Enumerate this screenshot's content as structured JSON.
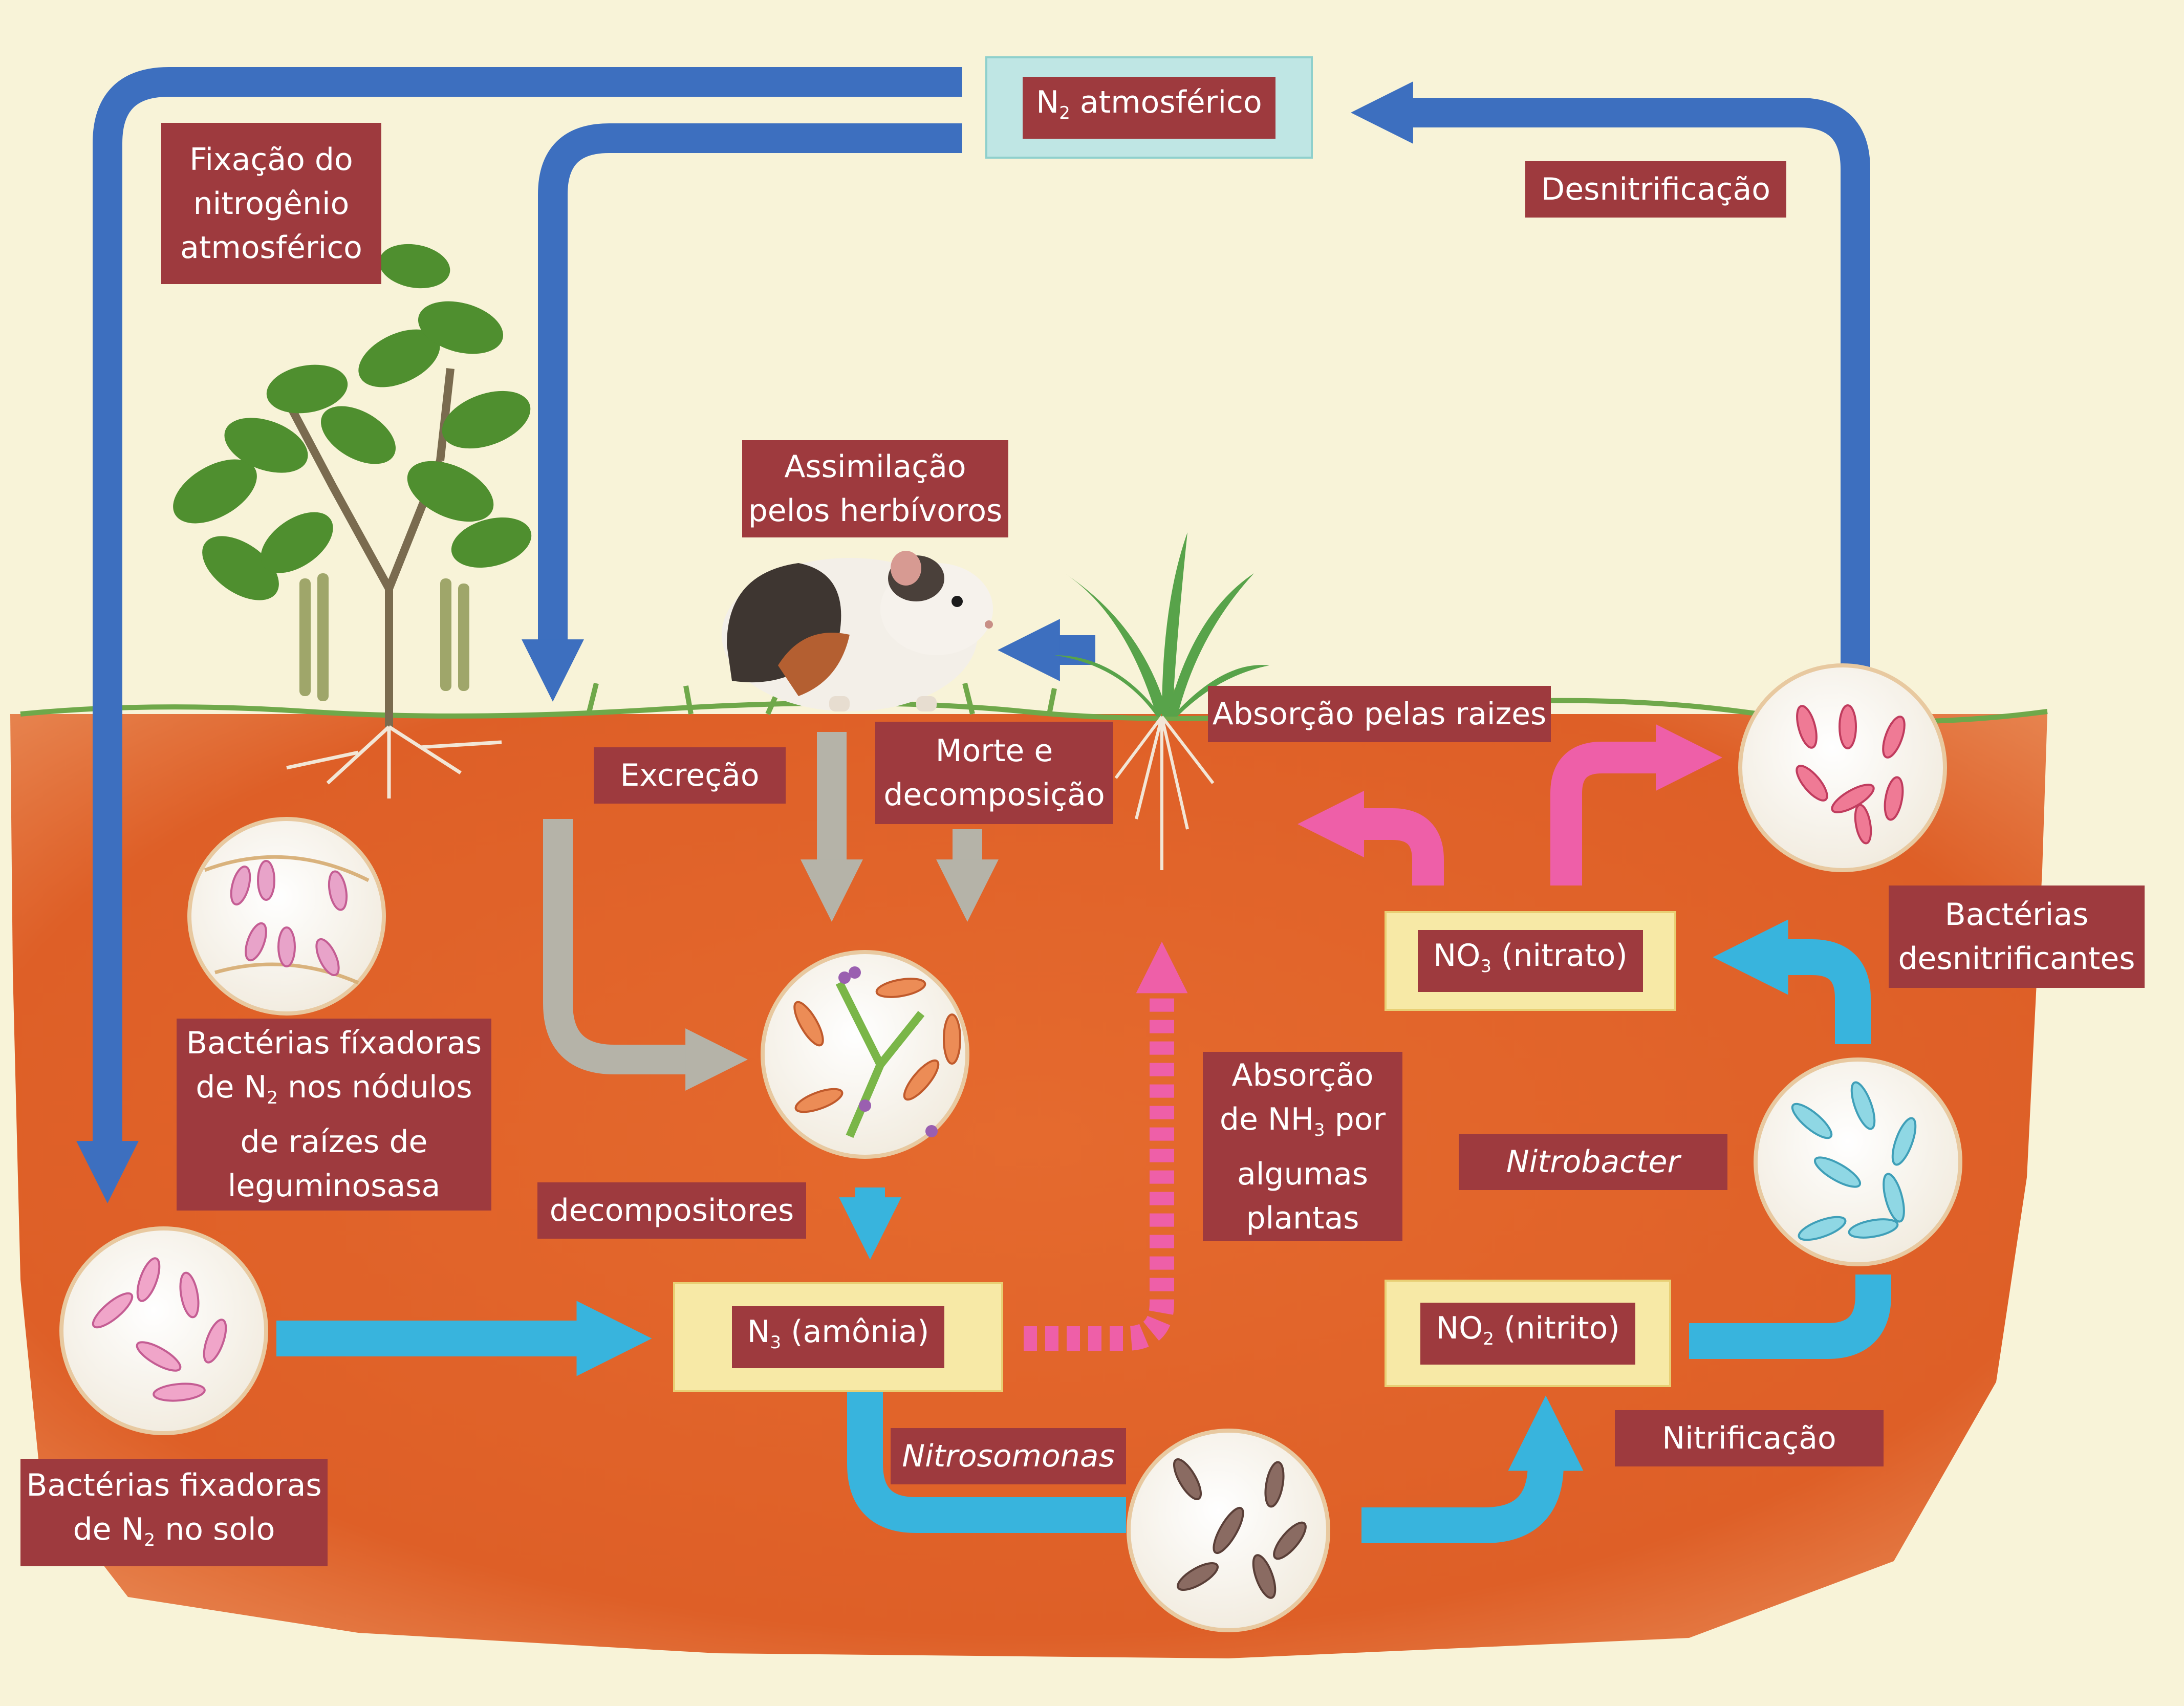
{
  "colors": {
    "background": "#f8f3d8",
    "soil": "#e0622a",
    "label_bg": "#9e3a3e",
    "label_text": "#ffffff",
    "flow_blue_dark": "#3d6fbf",
    "flow_blue_light": "#38b4dd",
    "flow_pink": "#ee5fa8",
    "flow_gray": "#b5b3a8",
    "compound_box": "#f7e9a6",
    "n2_box": "#bfe6e4"
  },
  "atmosphere": {
    "n2_prefix": "N",
    "n2_sub": "2",
    "n2_suffix": " atmosférico"
  },
  "labels": {
    "fixacao": [
      "Fixação do",
      "nitrogênio",
      "atmosférico"
    ],
    "desnitrificacao": "Desnitrificação",
    "assimilacao": [
      "Assimilação",
      "pelos herbívoros"
    ],
    "excrecao": "Excreção",
    "morte": [
      "Morte e",
      "decomposição"
    ],
    "absorcao_raizes": "Absorção pelas raizes",
    "bacterias_desnitrificantes": [
      "Bactérias",
      "desnitrificantes"
    ],
    "nitrobacter": "Nitrobacter",
    "nitrosomonas": "Nitrosomonas",
    "nitrificacao": "Nitrificação",
    "decompositores": "decompositores",
    "absorcao_nh3": {
      "line1": "Absorção",
      "line2_prefix": "de NH",
      "line2_sub": "3",
      "line2_suffix": " por",
      "line3": "algumas",
      "line4": "plantas"
    },
    "bacterias_nodulos": {
      "line1": "Bactérias fíxadoras",
      "line2_prefix": "de N",
      "line2_sub": "2",
      "line2_suffix": " nos nódulos",
      "line3": "de raízes de",
      "line4": "leguminosasa"
    },
    "bacterias_solo": {
      "line1": "Bactérias fixadoras",
      "line2_prefix": "de N",
      "line2_sub": "2",
      "line2_suffix": " no solo"
    }
  },
  "compounds": {
    "amonia": {
      "prefix": "N",
      "sub": "3",
      "suffix": " (amônia)"
    },
    "nitrato": {
      "prefix": "NO",
      "sub": "3",
      "suffix": " (nitrato)"
    },
    "nitrito": {
      "prefix": "NO",
      "sub": "2",
      "suffix": " (nitrito)"
    }
  }
}
